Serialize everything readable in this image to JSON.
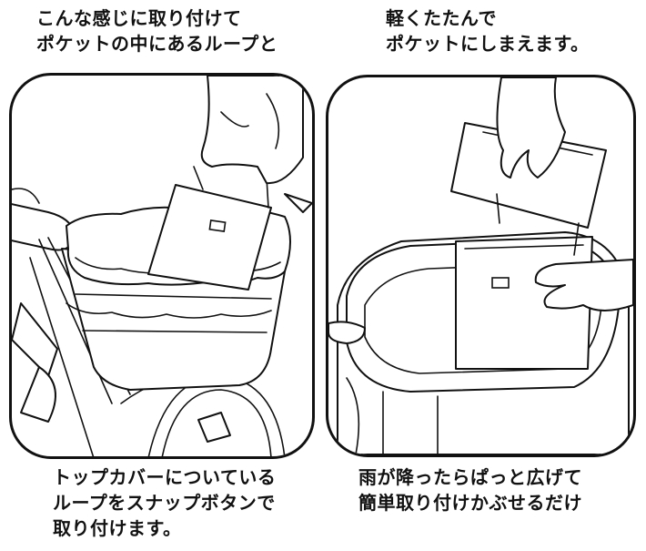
{
  "captions": {
    "top_left": [
      "こんな感じに取り付けて",
      "ポケットの中にあるループと"
    ],
    "top_right": [
      "軽くたたんで",
      "ポケットにしまえます。"
    ],
    "bottom_left": [
      "トップカバーについている",
      "ループをスナップボタンで",
      "取り付けます。"
    ],
    "bottom_right": [
      "雨が降ったらぱっと広げて",
      "簡単取り付けかぶせるだけ"
    ]
  }
}
